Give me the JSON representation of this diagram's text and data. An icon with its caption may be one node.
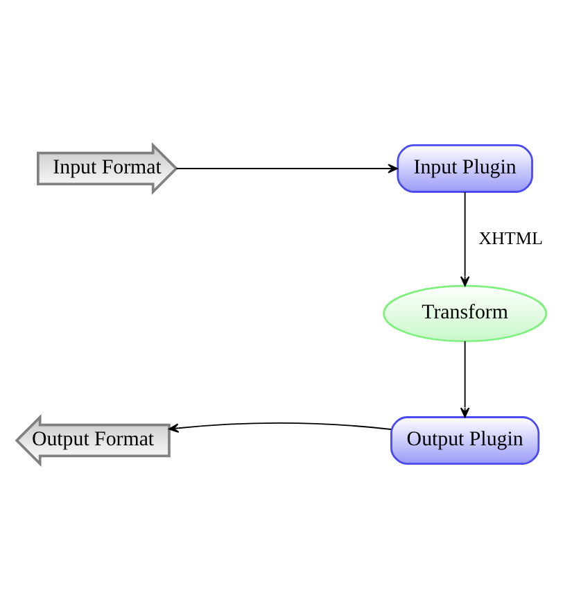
{
  "diagram": {
    "nodes": [
      {
        "text": [
          "Input Format"
        ]
      },
      {
        "text": [
          "Input Plugin"
        ]
      },
      {
        "text": [
          "Transform"
        ]
      },
      {
        "text": [
          "Output Plugin"
        ]
      },
      {
        "text": [
          "Output Format"
        ]
      }
    ],
    "edges": [
      {
        "from": 0,
        "to": 1,
        "arrow": "to"
      },
      {
        "from": 1,
        "to": 2,
        "arrow": "to",
        "label": "XHTML"
      },
      {
        "from": 2,
        "to": 3,
        "arrow": "to"
      },
      {
        "from": 3,
        "to": 4,
        "arrow": "to"
      }
    ]
  }
}
